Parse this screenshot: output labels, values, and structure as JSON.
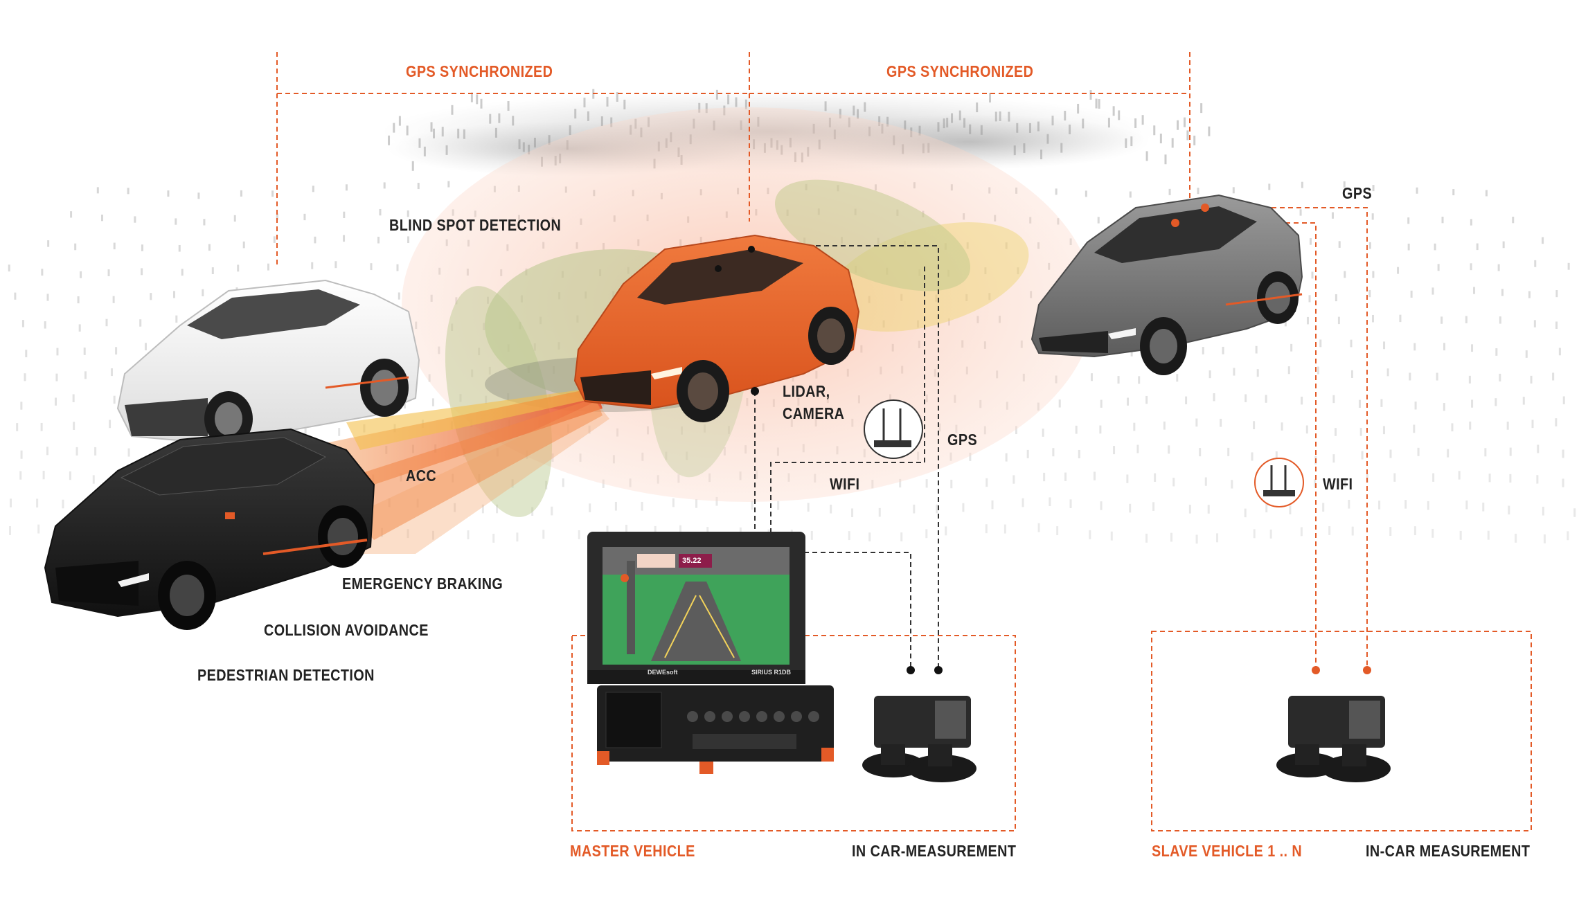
{
  "colors": {
    "accent": "#e35a27",
    "text": "#222222",
    "master_car": "#e8692d",
    "lead_car": "#f2f2f2",
    "follow_car": "#1e1e1e",
    "slave_car": "#7d7d7d",
    "sensor_red": "#f26b3a",
    "sensor_yellow": "#f2d25a",
    "sensor_green": "#b7c98a"
  },
  "labels": {
    "gps_sync_left": "GPS SYNCHRONIZED",
    "gps_sync_right": "GPS SYNCHRONIZED",
    "blind_spot": "BLIND SPOT DETECTION",
    "gps_top": "GPS",
    "lidar_camera_line1": "LIDAR,",
    "lidar_camera_line2": "CAMERA",
    "gps_mid": "GPS",
    "acc": "ACC",
    "wifi_master": "WIFI",
    "wifi_slave": "WIFI",
    "emergency_braking": "EMERGENCY BRAKING",
    "collision_avoidance": "COLLISION AVOIDANCE",
    "pedestrian_detection": "PEDESTRIAN DETECTION",
    "master_vehicle": "MASTER VEHICLE",
    "in_car_measurement_master": "IN CAR-MEASUREMENT",
    "slave_vehicle": "SLAVE VEHICLE 1 .. N",
    "in_car_measurement_slave": "IN-CAR MEASUREMENT"
  },
  "device": {
    "brand": "DEWEsoft",
    "model": "SIRIUS R1DB",
    "screen_value": "35.22"
  },
  "icons": {
    "antenna_master": "antenna-icon",
    "antenna_slave": "antenna-icon",
    "gps_receiver": "gps-receiver-icon"
  }
}
